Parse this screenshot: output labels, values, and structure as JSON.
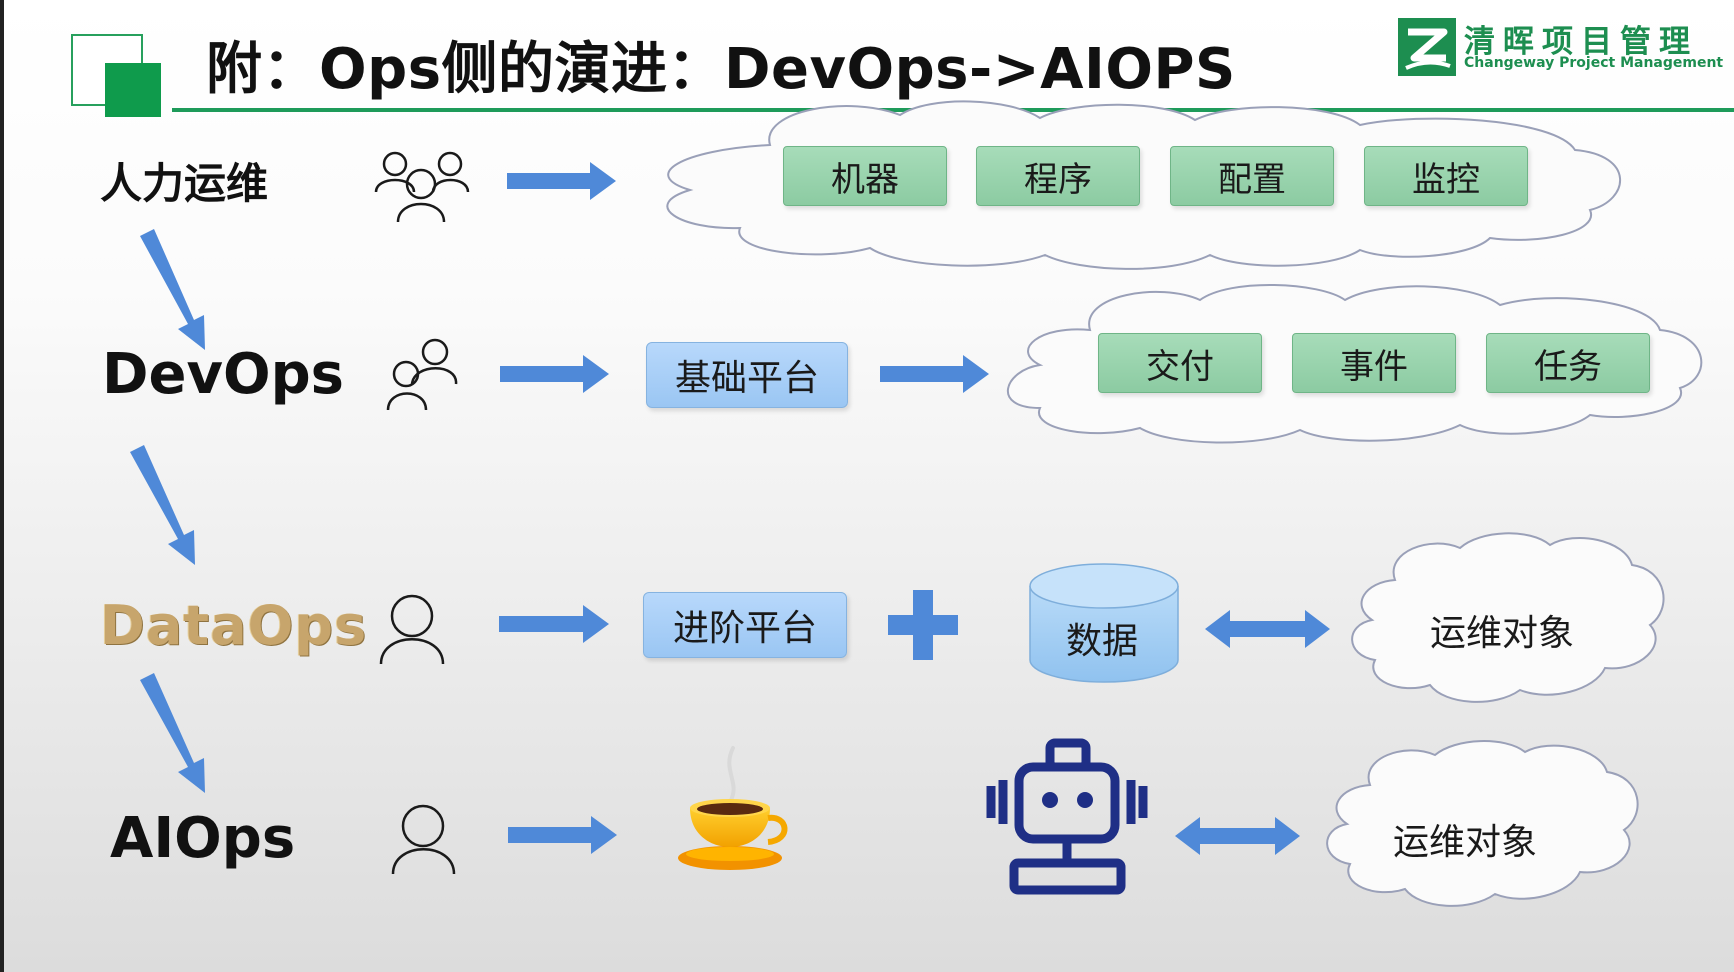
{
  "title": "附：Ops侧的演进：DevOps->AIOPS",
  "logo": {
    "chinese": "清晖项目管理",
    "english": "Changeway Project Management"
  },
  "stages": {
    "manual": {
      "label": "人力运维",
      "items": [
        "机器",
        "程序",
        "配置",
        "监控"
      ]
    },
    "devops": {
      "label": "DevOps",
      "platform": "基础平台",
      "items": [
        "交付",
        "事件",
        "任务"
      ]
    },
    "dataops": {
      "label": "DataOps",
      "platform": "进阶平台",
      "data": "数据",
      "target": "运维对象"
    },
    "aiops": {
      "label": "AIOps",
      "target": "运维对象"
    }
  },
  "colors": {
    "accent_green": "#1e9b5a",
    "arrow_blue": "#4f89d8",
    "green_box": "#9ed5b1",
    "blue_box": "#a9cff7",
    "robot_navy": "#1f2f86",
    "dataops_gold": "#c7a56c"
  },
  "icons": [
    "people-group-icon",
    "people-pair-icon",
    "person-icon",
    "coffee-cup-icon",
    "robot-icon",
    "cloud-icon",
    "plus-icon",
    "database-cylinder-icon"
  ]
}
